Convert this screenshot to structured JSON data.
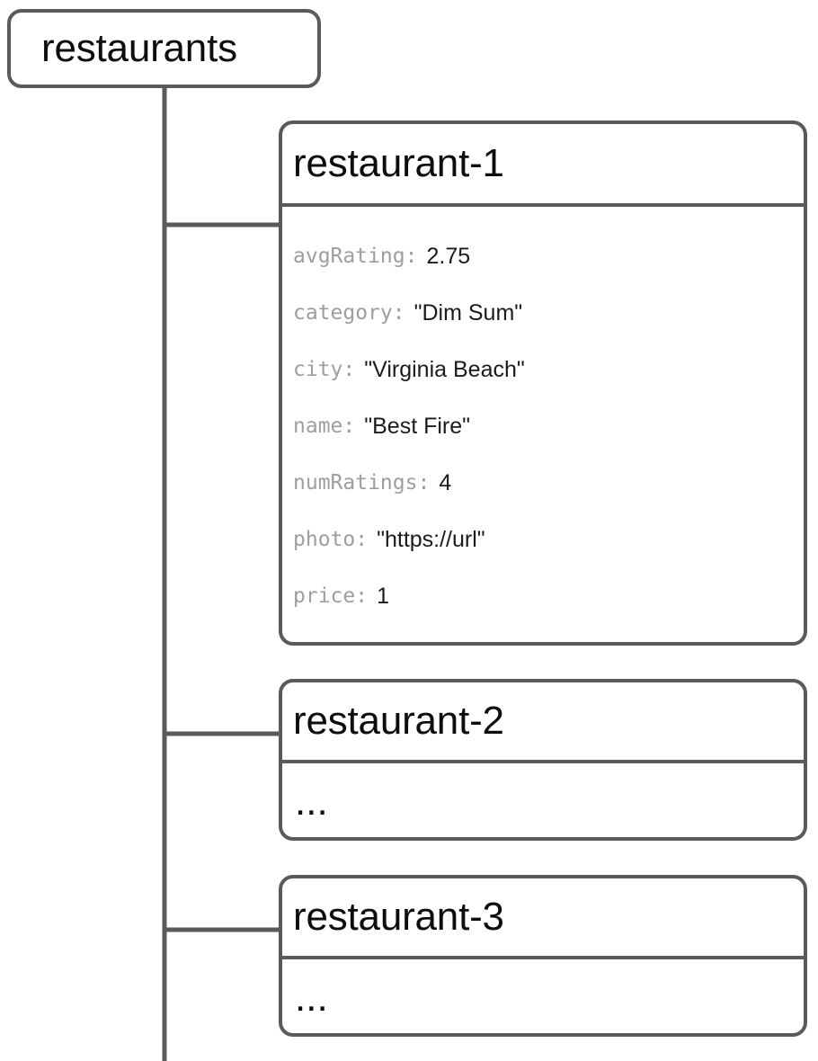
{
  "diagram": {
    "type": "firestore-collection-tree",
    "line_color": "#5a5a5a",
    "key_color": "#9e9e9e",
    "value_color": "#1b1b1b",
    "background": "#ffffff"
  },
  "root": {
    "label": "restaurants",
    "node_kind": "collection"
  },
  "documents": [
    {
      "id": "restaurant-1",
      "expanded": true,
      "fields": [
        {
          "key": "avgRating:",
          "value": "2.75"
        },
        {
          "key": "category:",
          "value": "\"Dim Sum\""
        },
        {
          "key": "city:",
          "value": "\"Virginia Beach\""
        },
        {
          "key": "name:",
          "value": "\"Best Fire\""
        },
        {
          "key": "numRatings:",
          "value": "4"
        },
        {
          "key": "photo:",
          "value": "\"https://url\""
        },
        {
          "key": "price:",
          "value": "1"
        }
      ]
    },
    {
      "id": "restaurant-2",
      "expanded": false,
      "placeholder": "..."
    },
    {
      "id": "restaurant-3",
      "expanded": false,
      "placeholder": "..."
    }
  ]
}
